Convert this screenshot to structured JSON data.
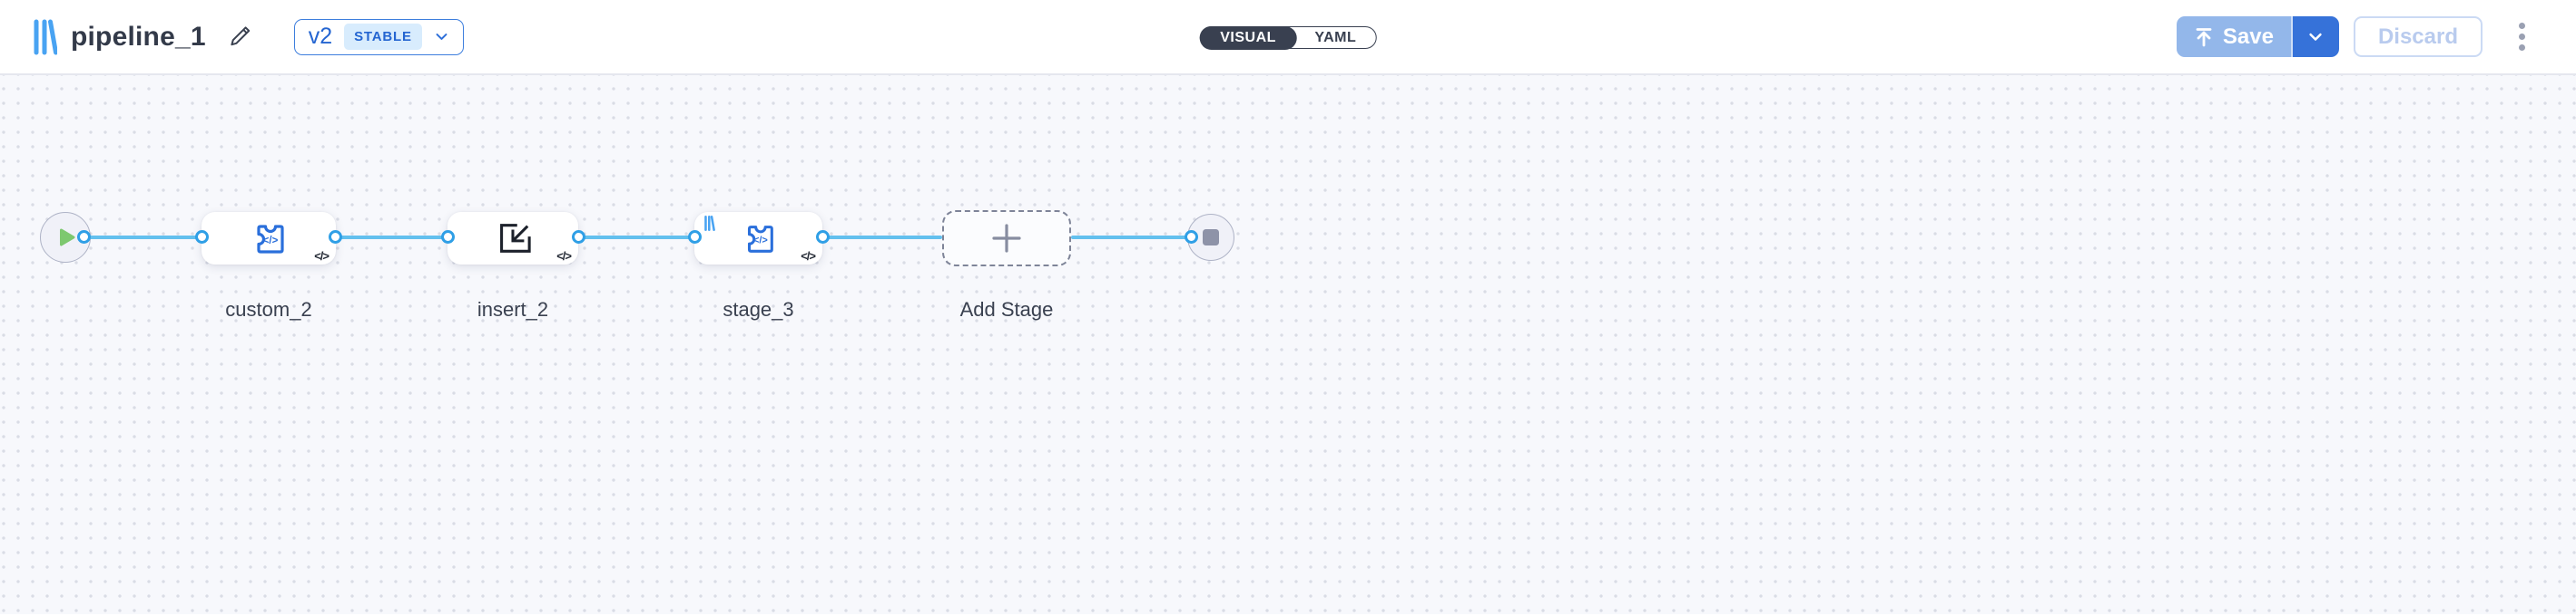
{
  "header": {
    "title": "pipeline_1",
    "version": {
      "label": "v2",
      "status": "STABLE"
    },
    "mode_toggle": {
      "visual": "VISUAL",
      "yaml": "YAML",
      "selected": "VISUAL"
    },
    "actions": {
      "save": "Save",
      "discard": "Discard"
    }
  },
  "canvas": {
    "code_badge": "</>",
    "nodes": [
      {
        "id": "start",
        "kind": "start-node"
      },
      {
        "id": "custom_2",
        "label": "custom_2",
        "kind": "custom-code-stage"
      },
      {
        "id": "insert_2",
        "label": "insert_2",
        "kind": "insert-stage"
      },
      {
        "id": "stage_3",
        "label": "stage_3",
        "kind": "custom-code-stage",
        "has_library_badge": true
      },
      {
        "id": "add_stage",
        "label": "Add Stage",
        "kind": "add-stage-placeholder"
      },
      {
        "id": "end",
        "kind": "end-node"
      }
    ]
  },
  "colors": {
    "accent_blue": "#3672d9",
    "save_disabled_blue": "#93b7ea",
    "edge_blue": "#63c0ee",
    "port_blue": "#2f9fe6",
    "node_icon_blue": "#2a6fdb",
    "logo_blue": "#49a3f2",
    "play_green": "#7dc86f",
    "toggle_dark": "#394050",
    "stable_badge_bg": "#d8ecfd",
    "stable_badge_text": "#2465d1",
    "canvas_bg": "#f7f8fc",
    "canvas_dot": "#d9dce5"
  }
}
